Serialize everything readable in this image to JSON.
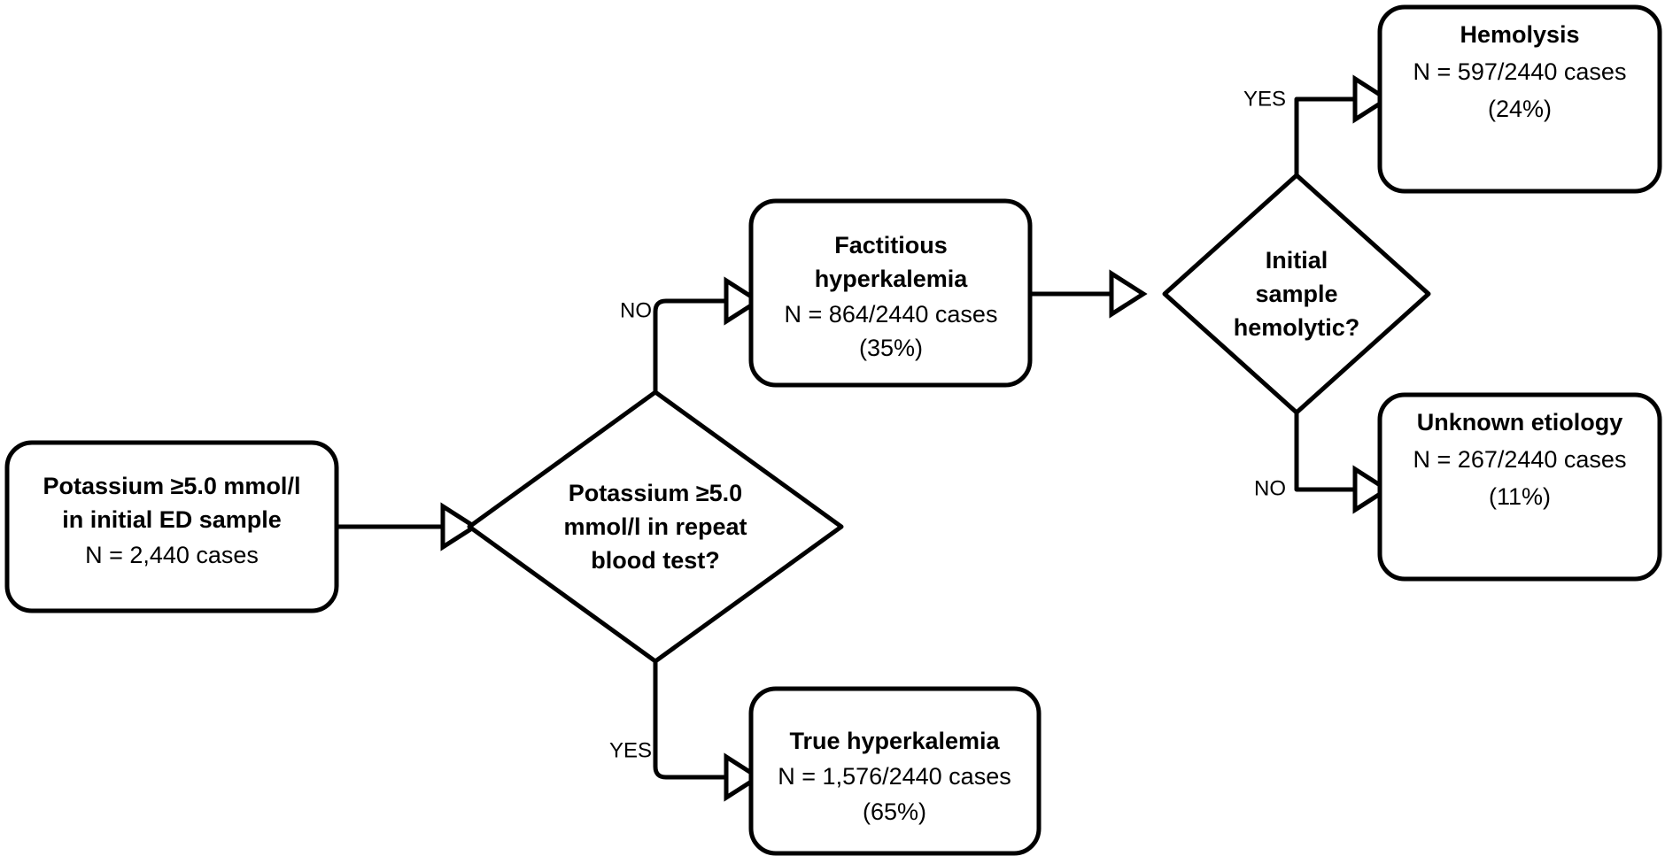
{
  "diagram": {
    "type": "flowchart",
    "title": "",
    "background_color": "#ffffff",
    "line_color": "#000000",
    "nodes": [
      {
        "id": "start",
        "shape": "rounded-rect",
        "bold_lines": [
          "Potassium ≥5.0 mmol/l",
          "in initial ED sample"
        ],
        "plain_lines": [
          "N = 2,440 cases"
        ]
      },
      {
        "id": "repeat-decision",
        "shape": "diamond",
        "bold_lines": [
          "Potassium ≥5.0",
          "mmol/l in repeat",
          "blood test?"
        ],
        "plain_lines": []
      },
      {
        "id": "factitious",
        "shape": "rounded-rect",
        "bold_lines": [
          "Factitious",
          "hyperkalemia"
        ],
        "plain_lines": [
          "N = 864/2440 cases",
          "(35%)"
        ]
      },
      {
        "id": "true-hyperkalemia",
        "shape": "rounded-rect",
        "bold_lines": [
          "True hyperkalemia"
        ],
        "plain_lines": [
          "N = 1,576/2440 cases",
          "(65%)"
        ]
      },
      {
        "id": "hemolytic-decision",
        "shape": "diamond",
        "bold_lines": [
          "Initial",
          "sample",
          "hemolytic?"
        ],
        "plain_lines": []
      },
      {
        "id": "hemolysis",
        "shape": "rounded-rect",
        "bold_lines": [
          "Hemolysis"
        ],
        "plain_lines": [
          "N = 597/2440 cases",
          "(24%)"
        ]
      },
      {
        "id": "unknown-etiology",
        "shape": "rounded-rect",
        "bold_lines": [
          "Unknown etiology"
        ],
        "plain_lines": [
          "N = 267/2440 cases",
          "(11%)"
        ]
      }
    ],
    "edges": [
      {
        "id": "start-to-repeat",
        "from": "start",
        "to": "repeat-decision",
        "label": ""
      },
      {
        "id": "repeat-no-to-factitious",
        "from": "repeat-decision",
        "to": "factitious",
        "label": "NO"
      },
      {
        "id": "repeat-yes-to-true",
        "from": "repeat-decision",
        "to": "true-hyperkalemia",
        "label": "YES"
      },
      {
        "id": "factitious-to-hemolytic",
        "from": "factitious",
        "to": "hemolytic-decision",
        "label": ""
      },
      {
        "id": "hemolytic-yes-to-hemolysis",
        "from": "hemolytic-decision",
        "to": "hemolysis",
        "label": "YES"
      },
      {
        "id": "hemolytic-no-to-unknown",
        "from": "hemolytic-decision",
        "to": "unknown-etiology",
        "label": "NO"
      }
    ]
  },
  "text": {
    "start": {
      "l1": "Potassium ≥5.0 mmol/l",
      "l2": "in initial ED sample",
      "l3": "N = 2,440 cases"
    },
    "repeat_decision": {
      "l1": "Potassium ≥5.0",
      "l2": "mmol/l in repeat",
      "l3": "blood test?"
    },
    "factitious": {
      "l1": "Factitious",
      "l2": "hyperkalemia",
      "l3": "N = 864/2440 cases",
      "l4": "(35%)"
    },
    "true_hyperkalemia": {
      "l1": "True hyperkalemia",
      "l2": "N = 1,576/2440 cases",
      "l3": "(65%)"
    },
    "hemolytic_decision": {
      "l1": "Initial",
      "l2": "sample",
      "l3": "hemolytic?"
    },
    "hemolysis": {
      "l1": "Hemolysis",
      "l2": "N = 597/2440 cases",
      "l3": "(24%)"
    },
    "unknown_etiology": {
      "l1": "Unknown etiology",
      "l2": "N = 267/2440 cases",
      "l3": "(11%)"
    },
    "labels": {
      "no_repeat": "NO",
      "yes_repeat": "YES",
      "yes_hemolytic": "YES",
      "no_hemolytic": "NO"
    }
  }
}
